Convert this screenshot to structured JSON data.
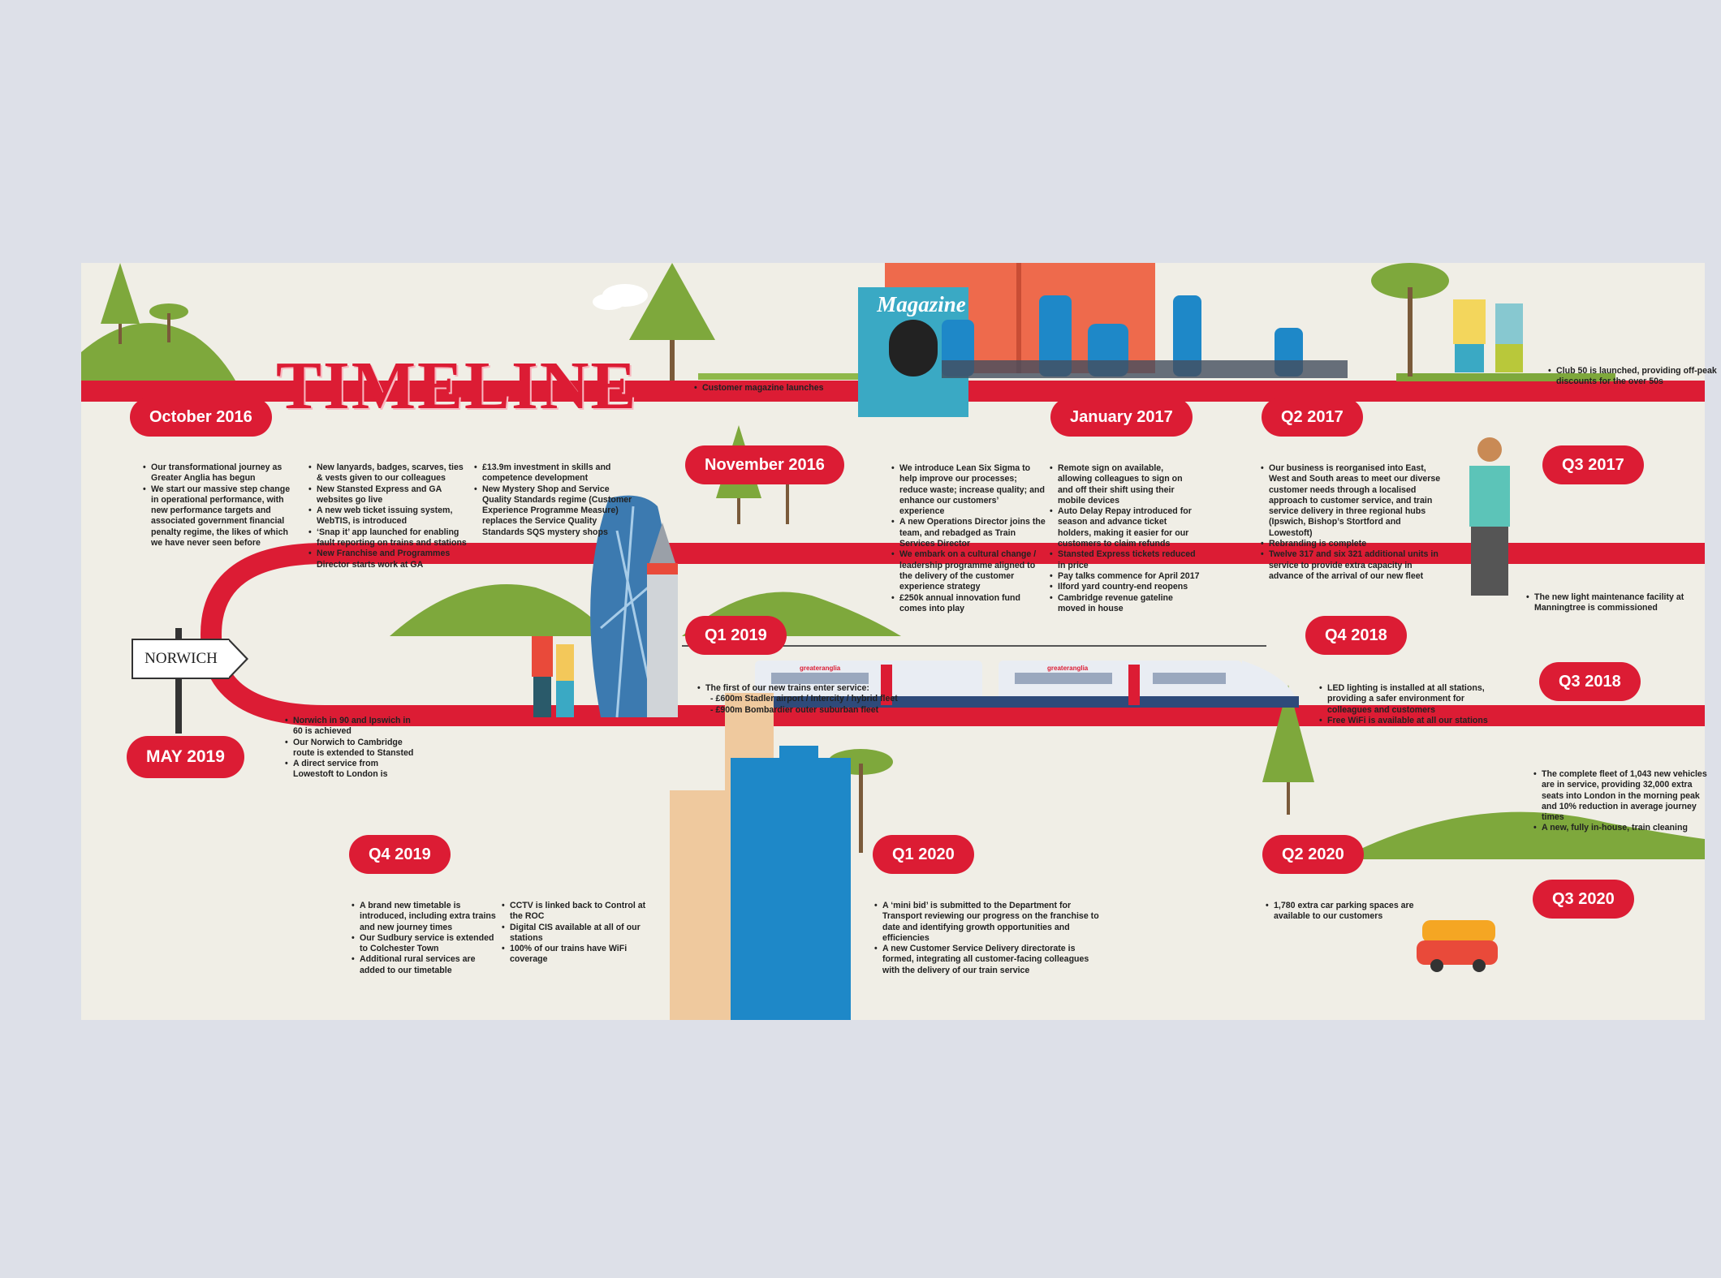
{
  "title": "TIMELINE",
  "sign": "NORWICH",
  "magazine_title": "Magazine",
  "train_brand": "greateranglia",
  "colors": {
    "accent": "#dc1c34",
    "background": "#f0eee6",
    "outer": "#dde0e8",
    "hill": "#7ea83c"
  },
  "milestones": [
    {
      "id": "oct2016",
      "label": "October 2016"
    },
    {
      "id": "nov2016",
      "label": "November 2016"
    },
    {
      "id": "jan2017",
      "label": "January 2017"
    },
    {
      "id": "q22017",
      "label": "Q2 2017"
    },
    {
      "id": "q32017",
      "label": "Q3 2017"
    },
    {
      "id": "q32018",
      "label": "Q3 2018"
    },
    {
      "id": "q42018",
      "label": "Q4 2018"
    },
    {
      "id": "q12019",
      "label": "Q1 2019"
    },
    {
      "id": "may2019",
      "label": "MAY 2019"
    },
    {
      "id": "q42019",
      "label": "Q4 2019"
    },
    {
      "id": "q12020",
      "label": "Q1 2020"
    },
    {
      "id": "q22020",
      "label": "Q2 2020"
    },
    {
      "id": "q32020",
      "label": "Q3 2020"
    }
  ],
  "notes": {
    "oct2016_a": [
      "Our transformational journey as Greater Anglia has begun",
      "We start our massive step change in operational performance, with new performance targets and associated government financial penalty regime, the likes of which we have never seen before"
    ],
    "oct2016_b": [
      "New lanyards, badges, scarves, ties & vests given to our colleagues",
      "New Stansted Express and GA websites go live",
      "A new web ticket issuing system, WebTIS, is introduced",
      "‘Snap it’ app launched for enabling fault reporting on trains and stations",
      "New Franchise and Programmes Director starts work at GA"
    ],
    "oct2016_c": [
      "£13.9m investment in skills and competence development",
      "New Mystery Shop and Service Quality Standards regime (Customer Experience Programme Measure) replaces the Service Quality Standards SQS mystery shops"
    ],
    "nov2016": [
      "Customer magazine launches"
    ],
    "jan2017_a": [
      "We introduce Lean Six Sigma to help improve our processes; reduce waste; increase quality; and enhance our customers’ experience",
      "A new Operations Director joins the team, and rebadged as Train Services Director",
      "We embark on a cultural change / leadership programme aligned to the delivery of the customer experience strategy",
      "£250k annual innovation fund comes into play"
    ],
    "jan2017_b": [
      "Remote sign on available, allowing colleagues to sign on and off their shift using their mobile devices",
      "Auto Delay Repay introduced for season and advance ticket holders, making it easier for our customers to claim refunds",
      "Stansted Express tickets reduced in price",
      "Pay talks commence for April 2017",
      "Ilford yard country-end reopens",
      "Cambridge revenue gateline moved in house"
    ],
    "q22017": [
      "Our business is reorganised into East, West and South areas to meet our diverse customer needs through a localised approach to customer service, and train service delivery in three regional hubs (Ipswich, Bishop’s Stortford and Lowestoft)",
      "Rebranding is complete",
      "Twelve 317 and six 321 additional units in service to provide extra capacity in advance of the arrival of our new fleet"
    ],
    "q32017": [
      "Club 50 is launched, providing off-peak discounts for the over 50s"
    ],
    "q32018": [
      "The new light maintenance facility at Manningtree is commissioned"
    ],
    "q42018": [
      "LED lighting is installed at all stations, providing a safer environment for colleagues and customers",
      "Free WiFi is available at all our stations"
    ],
    "q12019_lines": [
      "The first of our new trains enter service:",
      "- £600m Stadler airport / Intercity / hybrid fleet",
      "- £900m Bombardier outer suburban fleet"
    ],
    "may2019": [
      "Norwich in 90 and Ipswich in 60 is achieved",
      "Our Norwich to Cambridge route is extended to Stansted",
      "A direct service from Lowestoft to London is"
    ],
    "q42019_a": [
      "A brand new timetable is introduced, including extra trains and new journey times",
      "Our Sudbury service is extended to Colchester Town",
      "Additional rural services are added to our timetable"
    ],
    "q42019_b": [
      "CCTV is linked back to Control at the ROC",
      "Digital CIS available at all of our stations",
      "100% of our trains have WiFi coverage"
    ],
    "q12020": [
      "A ‘mini bid’ is submitted to the Department for Transport reviewing our progress on the franchise to date and identifying growth opportunities and efficiencies",
      "A new Customer Service Delivery directorate is formed, integrating all customer-facing colleagues with the delivery of our train service"
    ],
    "q22020": [
      "1,780 extra car parking spaces are available to our customers"
    ],
    "q32020": [
      "The complete fleet of 1,043 new vehicles are in service, providing 32,000 extra seats into London in the morning peak and 10% reduction in average journey times",
      "A new, fully in-house, train cleaning"
    ]
  }
}
